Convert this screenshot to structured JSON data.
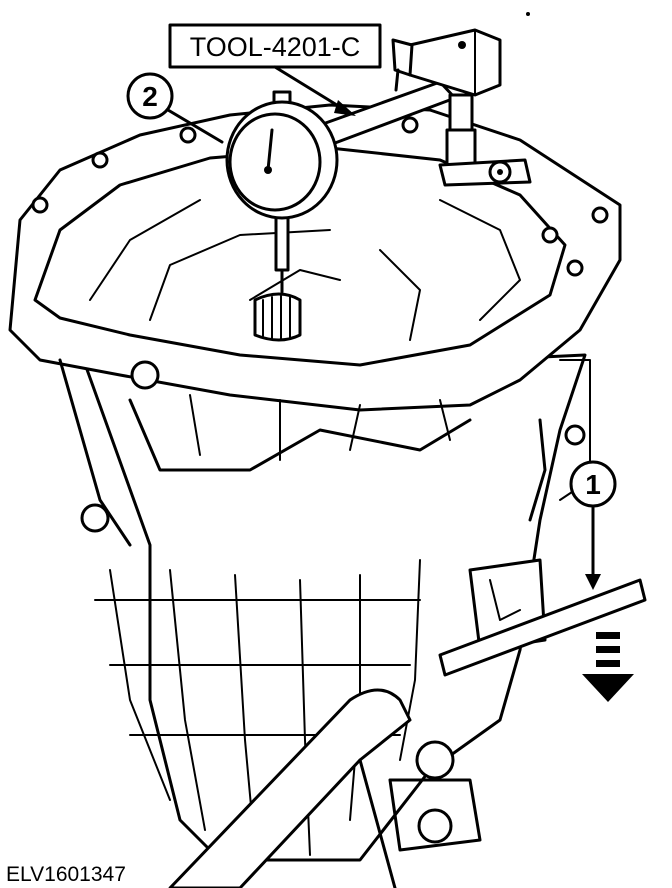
{
  "figure": {
    "tool_label": "TOOL-4201-C",
    "callouts": [
      {
        "id": "callout-1",
        "number": "1"
      },
      {
        "id": "callout-2",
        "number": "2"
      }
    ],
    "figure_code": "ELV1601347"
  },
  "colors": {
    "ink": "#000000",
    "paper": "#ffffff"
  },
  "icons": {
    "direction_arrow": "down-arrow-icon"
  }
}
